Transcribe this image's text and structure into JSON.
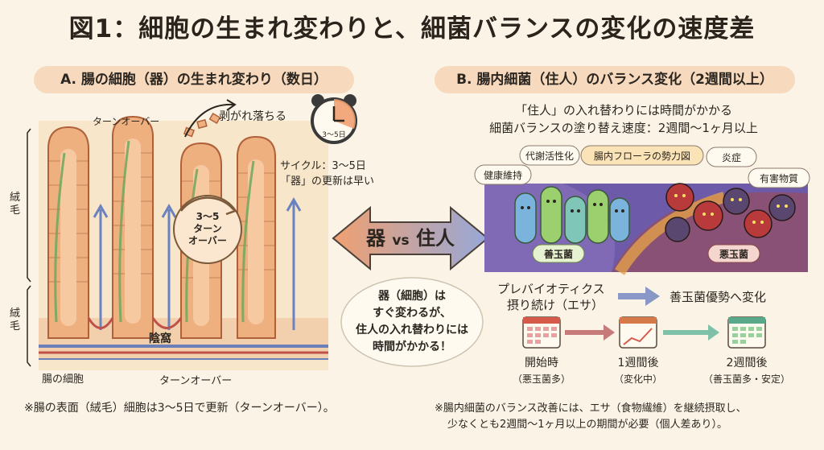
{
  "title": "図1：細胞の生まれ変わりと、細菌バランスの変化の速度差",
  "panel_a": {
    "header": "A. 腸の細胞（器）の生まれ変わり（数日）",
    "turnover_top": "ターンオーバー",
    "peeling": "剥がれ落ちる",
    "clock_label": "3〜5日",
    "cycle_line1": "サイクル：3〜5日",
    "cycle_line2": "「器」の更新は早い",
    "cycle_circle": [
      "3〜5",
      "ターン",
      "オーバー"
    ],
    "villi_upper": "絨毛",
    "villi_lower": "絨毛",
    "crypt": "陰窩",
    "gut_cell": "腸の細胞",
    "turnover_bottom": "ターンオーバー",
    "footnote": "※腸の表面（絨毛）細胞は3〜5日で更新（ターンオーバー）。"
  },
  "center": {
    "left_word": "器",
    "vs": "vs",
    "right_word": "住人",
    "bubble": [
      "器（細胞）は",
      "すぐ変わるが、",
      "住人の入れ替わりには",
      "時間がかかる！"
    ]
  },
  "panel_b": {
    "header": "B. 腸内細菌（住人）のバランス変化（2週間以上）",
    "sub1": "「住人」の入れ替わりには時間がかかる",
    "sub2": "細菌バランスの塗り替え速度：2週間〜1ヶ月以上",
    "tag_metabolism": "代謝活性化",
    "tag_flora": "腸内フローラの勢力図",
    "tag_health": "健康維持",
    "tag_inflammation": "炎症",
    "tag_harmful": "有害物質",
    "good_label": "善玉菌",
    "bad_label": "悪玉菌",
    "prebiotics_line1": "プレバイオティクス",
    "prebiotics_line2": "摂り続け（エサ）",
    "shift": "善玉菌優勢へ変化",
    "timeline": [
      {
        "label": "開始時",
        "sub": "（悪玉菌多）"
      },
      {
        "label": "1週間後",
        "sub": "（変化中）"
      },
      {
        "label": "2週間後",
        "sub": "（善玉菌多・安定）"
      }
    ],
    "footnote1": "※腸内細菌のバランス改善には、エサ（食物繊維）を継続摂取し、",
    "footnote2": "少なくとも2週間〜1ヶ月以上の期間が必要（個人差あり）。"
  },
  "colors": {
    "pill": "#f7d9bd",
    "tissue": "#e8a877",
    "good_green": "#9ccf6e",
    "good_blue": "#7ab3dc",
    "bad_red": "#b83a3a",
    "bad_purple": "#5a4770",
    "arrow_orange": "#f0a070",
    "arrow_blue": "#97a8d8"
  }
}
